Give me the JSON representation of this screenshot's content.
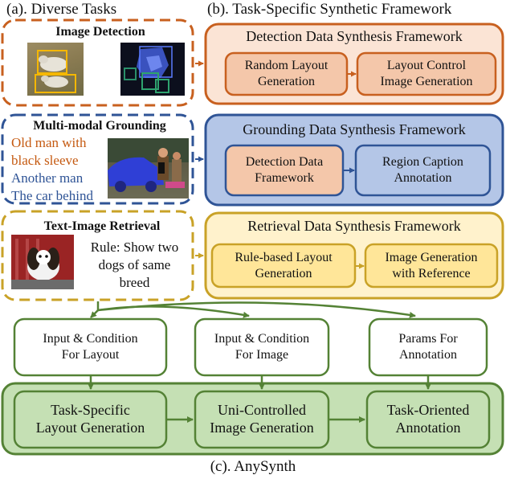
{
  "headers": {
    "diverse_tasks": "(a). Diverse Tasks",
    "task_specific": "(b). Task-Specific Synthetic Framework",
    "anysynth": "(c). AnySynth"
  },
  "tasks": {
    "detection": {
      "title": "Image Detection"
    },
    "grounding": {
      "title": "Multi-modal Grounding",
      "text_orange": "Old man with\nblack sleeve",
      "text_blue": "Another man\nThe car behind"
    },
    "retrieval": {
      "title": "Text-Image Retrieval",
      "rule": "Rule: Show two\ndogs of same\nbreed"
    }
  },
  "frameworks": {
    "detection": {
      "title": "Detection Data Synthesis Framework",
      "step1": "Random Layout\nGeneration",
      "step2": "Layout Control\nImage Generation"
    },
    "grounding": {
      "title": "Grounding Data Synthesis Framework",
      "step1": "Detection Data\nFramework",
      "step2": "Region Caption\nAnnotation"
    },
    "retrieval": {
      "title": "Retrieval Data Synthesis Framework",
      "step1": "Rule-based Layout\nGeneration",
      "step2": "Image Generation\nwith Reference"
    }
  },
  "inputs": {
    "layout": "Input & Condition\nFor Layout",
    "image": "Input & Condition\nFor Image",
    "annotation": "Params For\nAnnotation"
  },
  "pipeline": {
    "layout": "Task-Specific\nLayout Generation",
    "image": "Uni-Controlled\nImage Generation",
    "annotation": "Task-Oriented\nAnnotation"
  },
  "colors": {
    "detection_border": "#c8601f",
    "detection_fill": "#f4c7aa",
    "grounding_border": "#2f5496",
    "grounding_fill": "#b4c6e7",
    "retrieval_border": "#c9a227",
    "retrieval_fill": "#ffe699",
    "anysynth_border": "#548235",
    "anysynth_fill": "#c5e0b4",
    "text_orange": "#c55a11",
    "text_blue": "#2f5496"
  }
}
